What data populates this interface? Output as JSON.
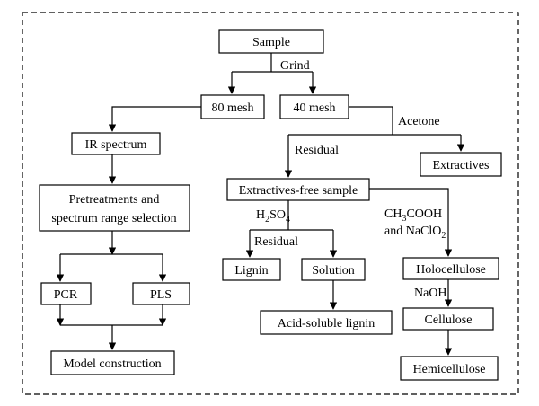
{
  "nodes": {
    "sample": "Sample",
    "mesh80": "80 mesh",
    "mesh40": "40 mesh",
    "ir": "IR spectrum",
    "pretreat_line1": "Pretreatments and",
    "pretreat_line2": "spectrum range selection",
    "pcr": "PCR",
    "pls": "PLS",
    "model": "Model construction",
    "extractives": "Extractives",
    "extractives_free": "Extractives-free sample",
    "lignin": "Lignin",
    "solution": "Solution",
    "acid_soluble": "Acid-soluble lignin",
    "holocellulose": "Holocellulose",
    "cellulose": "Cellulose",
    "hemicellulose": "Hemicellulose"
  },
  "labels": {
    "grind": "Grind",
    "acetone": "Acetone",
    "residual_1": "Residual",
    "residual_2": "Residual",
    "h2so4_base": "H",
    "h2so4_sub1": "2",
    "h2so4_mid": "SO",
    "h2so4_sub2": "4",
    "ch3cooh_base": "CH",
    "ch3cooh_sub": "3",
    "ch3cooh_rest": "COOH",
    "naclo2_base": "and NaClO",
    "naclo2_sub": "2",
    "naoh": "NaOH"
  }
}
